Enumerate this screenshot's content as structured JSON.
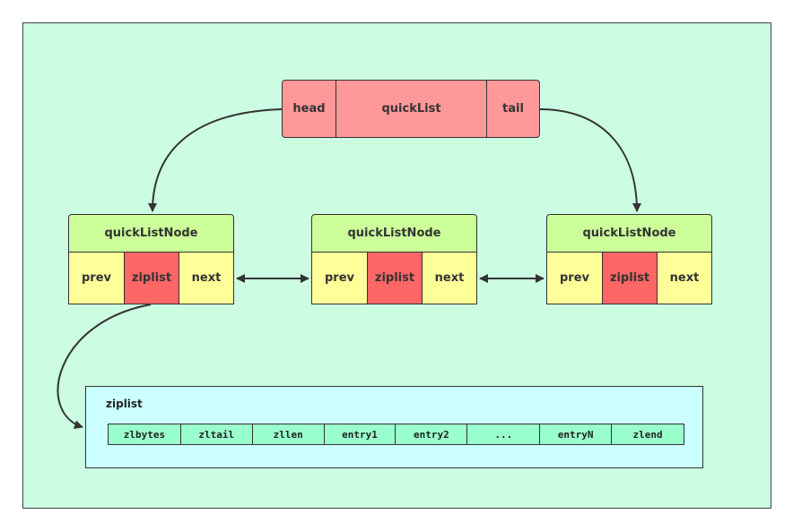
{
  "quicklist": {
    "head": "head",
    "title": "quickList",
    "tail": "tail"
  },
  "nodes": [
    {
      "title": "quickListNode",
      "prev": "prev",
      "ziplist": "ziplist",
      "next": "next"
    },
    {
      "title": "quickListNode",
      "prev": "prev",
      "ziplist": "ziplist",
      "next": "next"
    },
    {
      "title": "quickListNode",
      "prev": "prev",
      "ziplist": "ziplist",
      "next": "next"
    }
  ],
  "ziplist": {
    "title": "ziplist",
    "fields": [
      "zlbytes",
      "zltail",
      "zllen",
      "entry1",
      "entry2",
      "...",
      "entryN",
      "zlend"
    ]
  },
  "colors": {
    "background": "#ccfce1",
    "quicklist": "#ff9999",
    "node_title": "#ccff99",
    "node_field": "#ffff99",
    "node_ziplist": "#ff6666",
    "ziplist_box": "#ccffff",
    "ziplist_field": "#99ffcc"
  }
}
